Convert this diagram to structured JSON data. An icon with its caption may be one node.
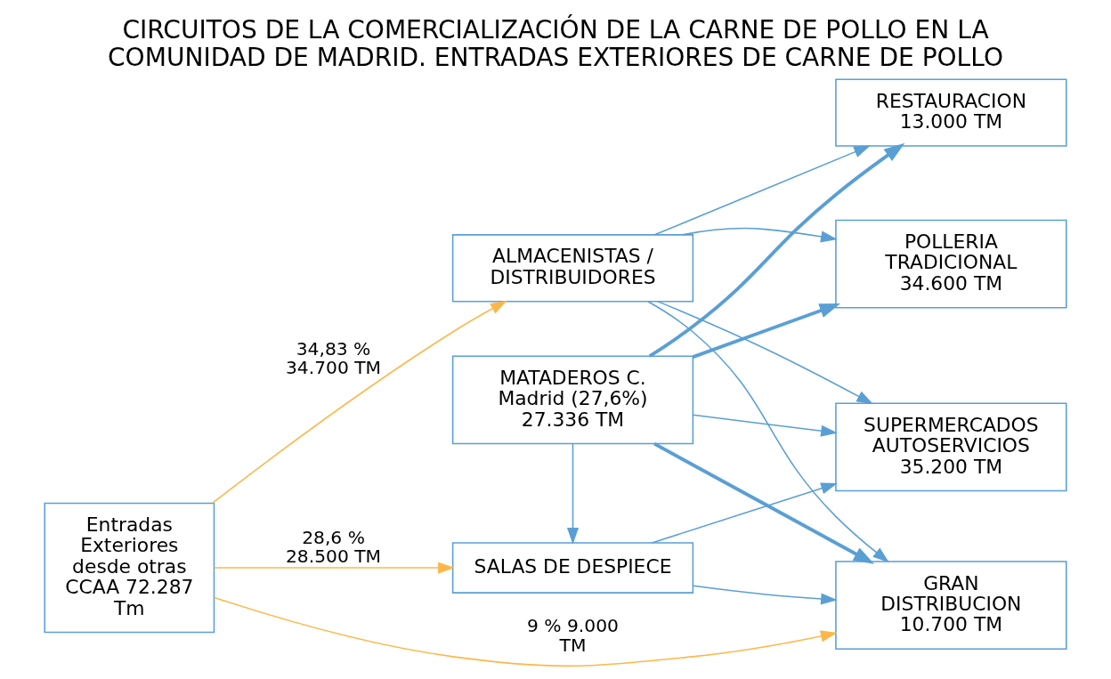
{
  "diagram": {
    "title": "CIRCUITOS DE LA COMERCIALIZACIÓN DE LA CARNE DE POLLO EN LA COMUNIDAD DE MADRID. ENTRADAS EXTERIORES DE CARNE DE POLLO",
    "nodes": [
      {
        "text": [
          "MATADEROS C. Madrid (27,6%)  27.336 TM"
        ]
      },
      {
        "text": [
          "POLLERIA TRADICIONAL 34.600 TM"
        ]
      },
      {
        "text": [
          "SALAS DE DESPIECE"
        ]
      },
      {
        "text": [
          "Entradas Exteriores desde otras CCAA 72.287 Tm"
        ]
      },
      {
        "text": [
          "SUPERMERCADOS AUTOSERVICIOS 35.200 TM"
        ]
      },
      {
        "text": [
          "ALMACENISTAS / DISTRIBUIDORES"
        ]
      },
      {
        "text": [
          "GRAN DISTRIBUCION 10.700 TM"
        ]
      },
      {
        "text": [
          "RESTAURACION 13.000 TM"
        ]
      }
    ],
    "edges": [
      {
        "from": 0,
        "to": 1,
        "arrow": "to",
        "style": "thick"
      },
      {
        "from": 0,
        "to": 2,
        "arrow": "to"
      },
      {
        "from": 3,
        "to": 2,
        "arrow": "to",
        "label": "28,6 % 28.500 TM",
        "color": "#fbb84a"
      },
      {
        "from": 2,
        "to": 4,
        "arrow": "to"
      },
      {
        "from": 2,
        "to": 6,
        "arrow": "to"
      },
      {
        "from": 3,
        "to": 5,
        "arrow": "to",
        "label": "34,83 % 34.700 TM",
        "color": "#fbb84a"
      },
      {
        "from": 5,
        "to": 1,
        "arrow": "to"
      },
      {
        "from": 5,
        "to": 4,
        "arrow": "to"
      },
      {
        "from": 5,
        "to": 6,
        "arrow": "to"
      },
      {
        "from": 5,
        "to": 7,
        "arrow": "to"
      },
      {
        "from": 0,
        "to": 6,
        "arrow": "to",
        "style": "thick"
      },
      {
        "from": 0,
        "to": 4,
        "arrow": "to"
      },
      {
        "from": 3,
        "to": 6,
        "arrow": "to",
        "label": "9 % 9.000 TM",
        "color": "#fbb84a"
      },
      {
        "from": 0,
        "to": 7,
        "arrow": "to",
        "style": "thick"
      }
    ]
  }
}
